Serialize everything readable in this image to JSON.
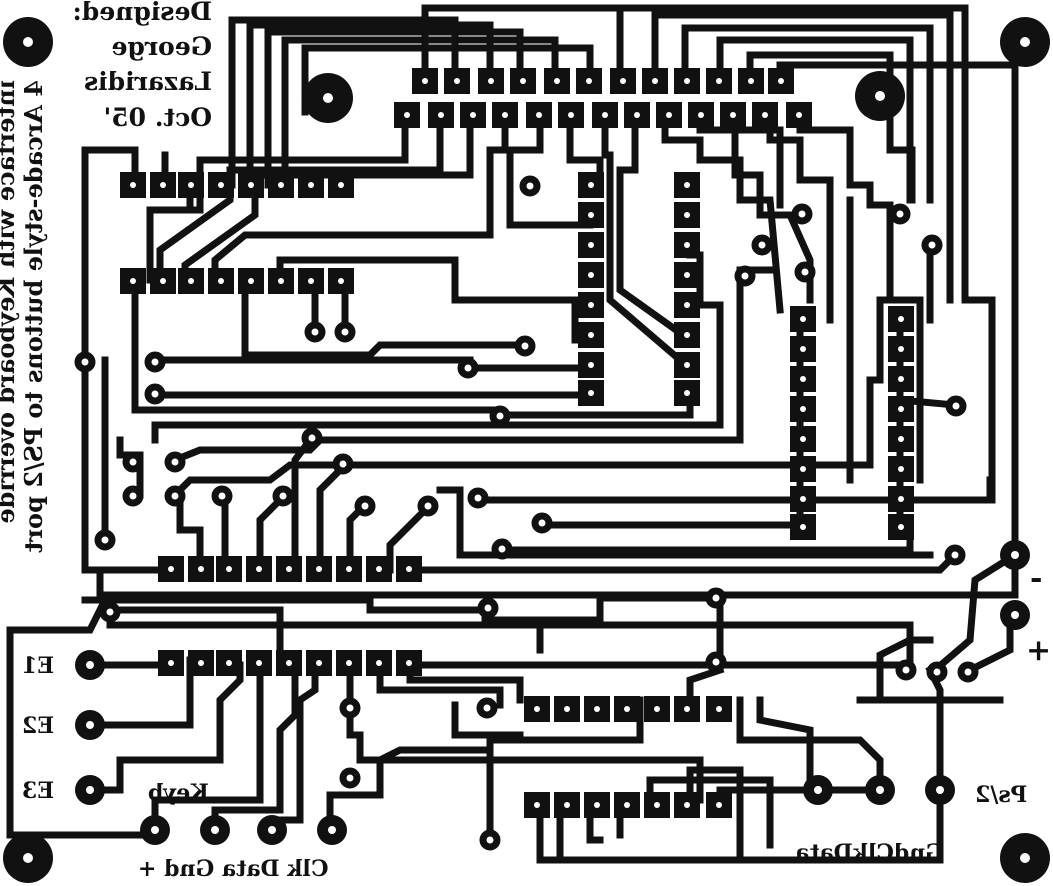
{
  "board": {
    "ink_color": "#111111",
    "paper_color": "#ffffff",
    "mirrored_copper_side": true
  },
  "designer": {
    "line1": "Designed:",
    "line2": "George",
    "line3": "Lazaridis",
    "line4": "Oct. 05'"
  },
  "side_note": {
    "line1": "interface with Keyboard override",
    "line2": "4 Arcade-style buttons to PS/2 port"
  },
  "labels": {
    "e1": "E1",
    "e2": "E2",
    "e3": "E3",
    "keyb": "Keyb",
    "clk_data_gnd_plus": "Clk Data Gnd +",
    "gnd_clk_data": "GndClkData",
    "ps2": "Ps/2",
    "minus": "-",
    "plus": "+"
  }
}
